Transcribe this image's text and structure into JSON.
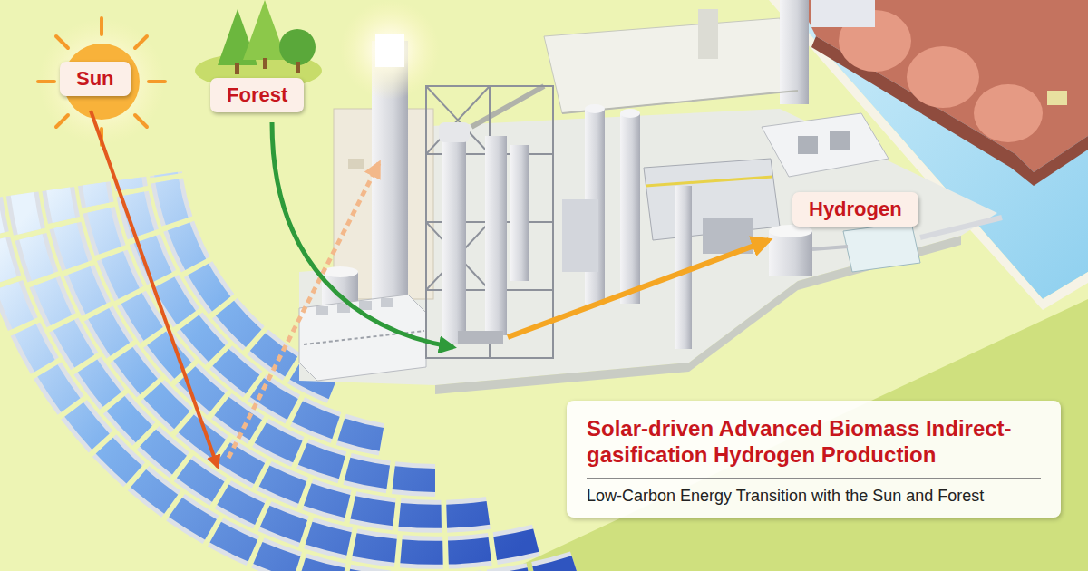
{
  "diagram": {
    "nodes": [
      {
        "text": [
          "Sun"
        ]
      },
      {
        "text": [
          "Forest"
        ]
      },
      {
        "text": [
          "Hydrogen"
        ]
      },
      {
        "text": [
          "Solar-driven Advanced Biomass Indirect-gasification Hydrogen Production",
          "Low-Carbon Energy Transition with the Sun and Forest"
        ]
      }
    ]
  }
}
